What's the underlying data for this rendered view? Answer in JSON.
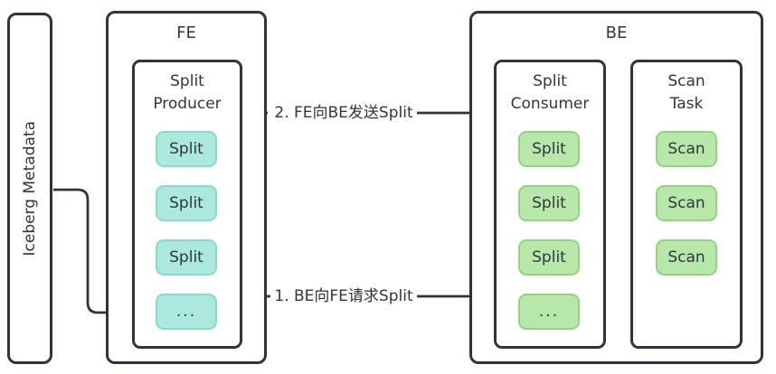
{
  "colors": {
    "line": "#2e3440",
    "text": "#2f3640",
    "teal_fill": "#ace9dd",
    "teal_border": "#84dcc9",
    "green_fill": "#b7e7a9",
    "green_border": "#92d37e",
    "bg": "#ffffff"
  },
  "iceberg": {
    "label": "Iceberg Metadata"
  },
  "fe": {
    "label": "FE",
    "producer": {
      "label_line1": "Split",
      "label_line2": "Producer",
      "items": [
        "Split",
        "Split",
        "Split",
        "..."
      ]
    }
  },
  "be": {
    "label": "BE",
    "consumer": {
      "label_line1": "Split",
      "label_line2": "Consumer",
      "items": [
        "Split",
        "Split",
        "Split",
        "..."
      ]
    },
    "scan_task": {
      "label_line1": "Scan",
      "label_line2": "Task",
      "items": [
        "Scan",
        "Scan",
        "Scan"
      ]
    }
  },
  "connectors": {
    "send_label": "2. FE向BE发送Split",
    "request_label": "1. BE向FE请求Split"
  }
}
